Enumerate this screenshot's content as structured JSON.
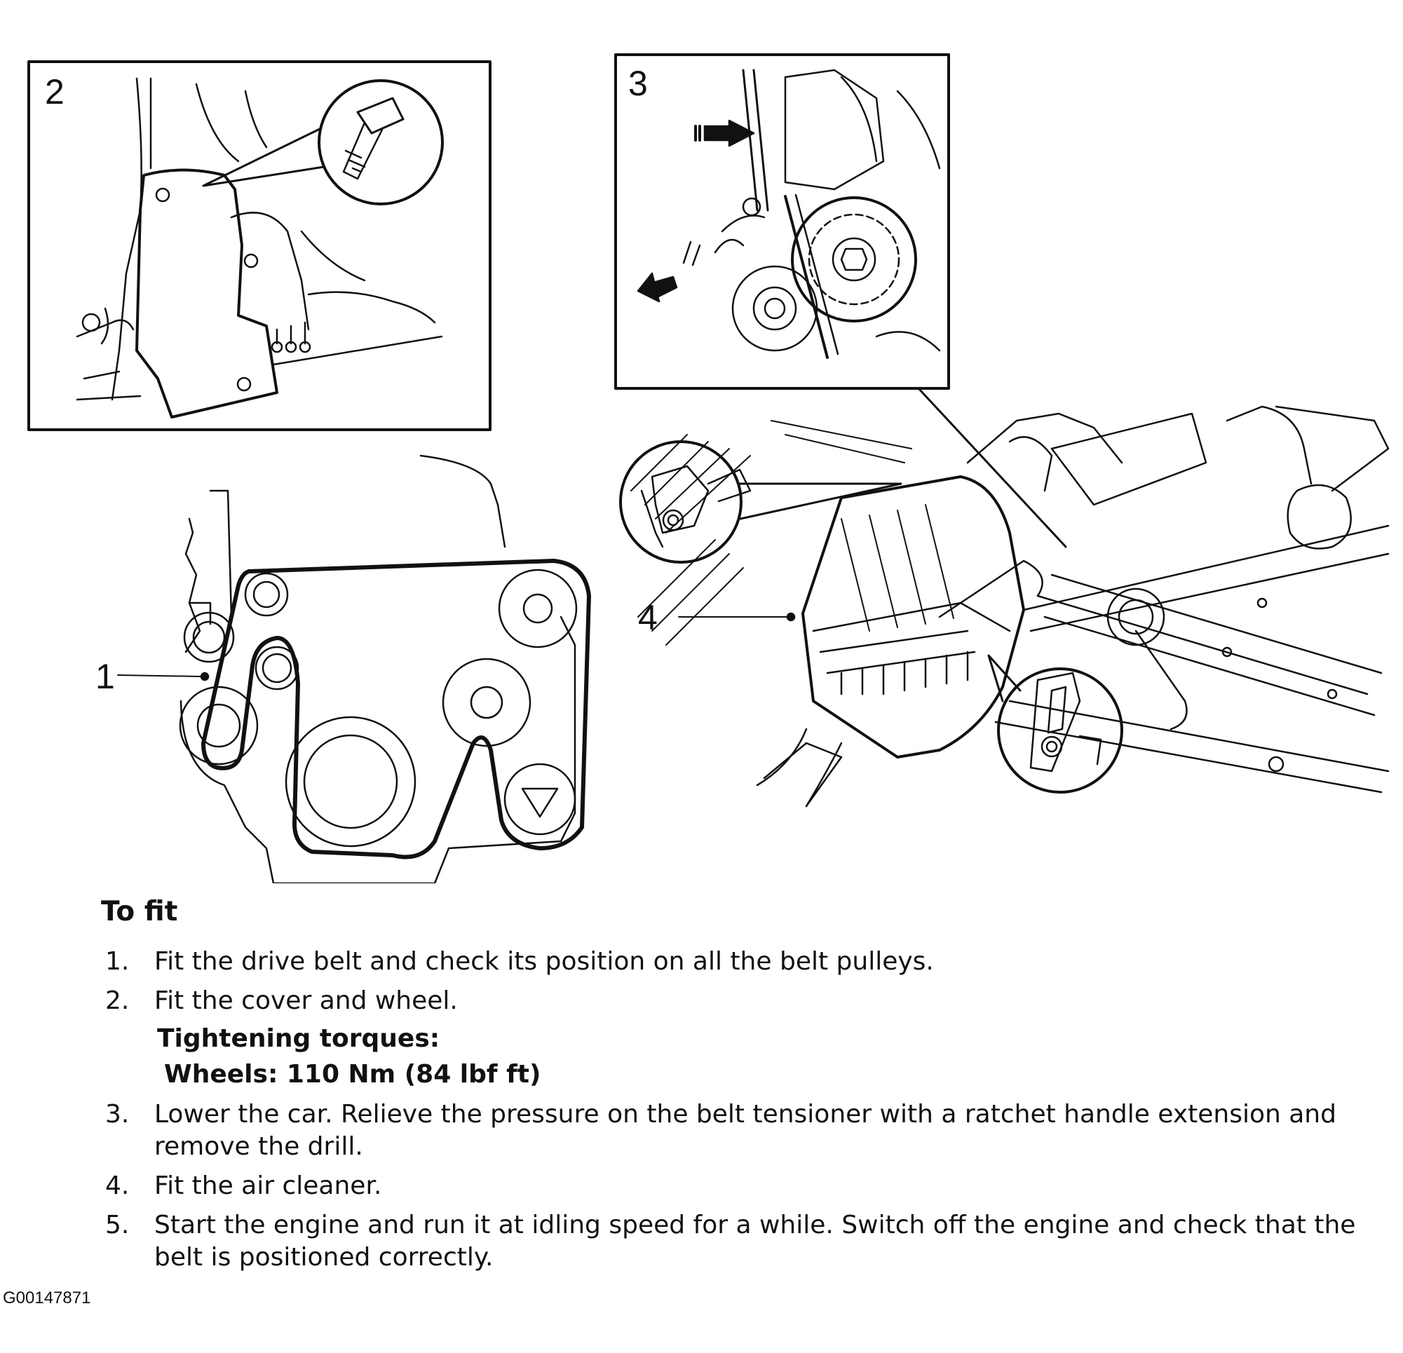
{
  "figure_labels": {
    "panel_2": "2",
    "panel_3": "3",
    "belt": "1",
    "air_cleaner": "4"
  },
  "instructions": {
    "heading": "To fit",
    "steps": [
      {
        "num": "1.",
        "text": "Fit the drive belt and check its position on all the belt pulleys."
      },
      {
        "num": "2.",
        "text": "Fit the cover and wheel."
      },
      {
        "num": "3.",
        "text": "Lower the car. Relieve the pressure on the belt tensioner with a ratchet handle extension and remove the drill."
      },
      {
        "num": "4.",
        "text": "Fit the air cleaner."
      },
      {
        "num": "5.",
        "text": "Start the engine and run it at idling speed for a while. Switch off the engine and check that the belt is positioned correctly."
      }
    ],
    "torque_heading": "Tightening torques:",
    "torque_value": "Wheels: 110 Nm (84 lbf ft)"
  },
  "figure_code": "G00147871"
}
